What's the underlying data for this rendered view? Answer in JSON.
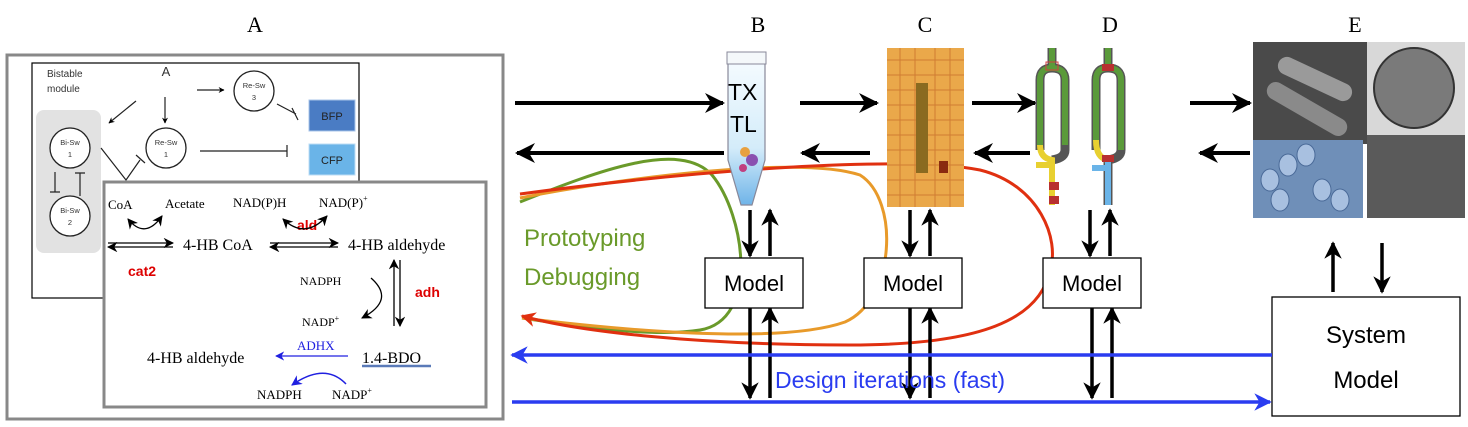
{
  "panels": {
    "a": "A",
    "b": "B",
    "c": "C",
    "d": "D",
    "e": "E"
  },
  "bistable": {
    "title_line1": "Bistable",
    "title_line2": "module",
    "input": "A",
    "nodes": [
      {
        "line1": "Bi-Sw",
        "line2": "1"
      },
      {
        "line1": "Bi-Sw",
        "line2": "2"
      },
      {
        "line1": "Re-Sw",
        "line2": "1"
      },
      {
        "line1": "Re-Sw",
        "line2": "3"
      }
    ],
    "reporters": [
      {
        "label": "BFP",
        "color": "#4a7cc4"
      },
      {
        "label": "CFP",
        "color": "#6ab4e8"
      }
    ]
  },
  "pathway": {
    "coa": "CoA",
    "acetate": "Acetate",
    "nadph_top": "NAD(P)H",
    "nadp_top": "NAD(P)",
    "nadp_top_sup": "+",
    "hb_coa": "4-HB CoA",
    "hb_aldehyde": "4-HB aldehyde",
    "cat2": "cat2",
    "ald": "ald",
    "adh": "adh",
    "nadph_mid": "NADPH",
    "nadp_mid": "NADP",
    "nadp_mid_sup": "+",
    "adhx": "ADHX",
    "hb_aldehyde_2": "4-HB aldehyde",
    "bdo": "1.4-BDO",
    "nadph_bottom": "NADPH",
    "nadp_bottom": "NADP",
    "nadp_bottom_sup": "+",
    "enzyme_color": "#dd0000",
    "adhx_color": "#2020e0"
  },
  "txtl": {
    "line1": "TX",
    "line2": "TL"
  },
  "models": [
    "Model",
    "Model",
    "Model"
  ],
  "system_model": {
    "line1": "System",
    "line2": "Model"
  },
  "feedback": {
    "line1": "Prototyping",
    "line2": "Debugging",
    "color": "#6a9a2a"
  },
  "design_iterations": {
    "label": "Design iterations (fast)",
    "color": "#2a3cf0"
  },
  "curve_colors": {
    "green": "#6a9a2a",
    "orange": "#e89a2a",
    "red": "#e03010"
  }
}
